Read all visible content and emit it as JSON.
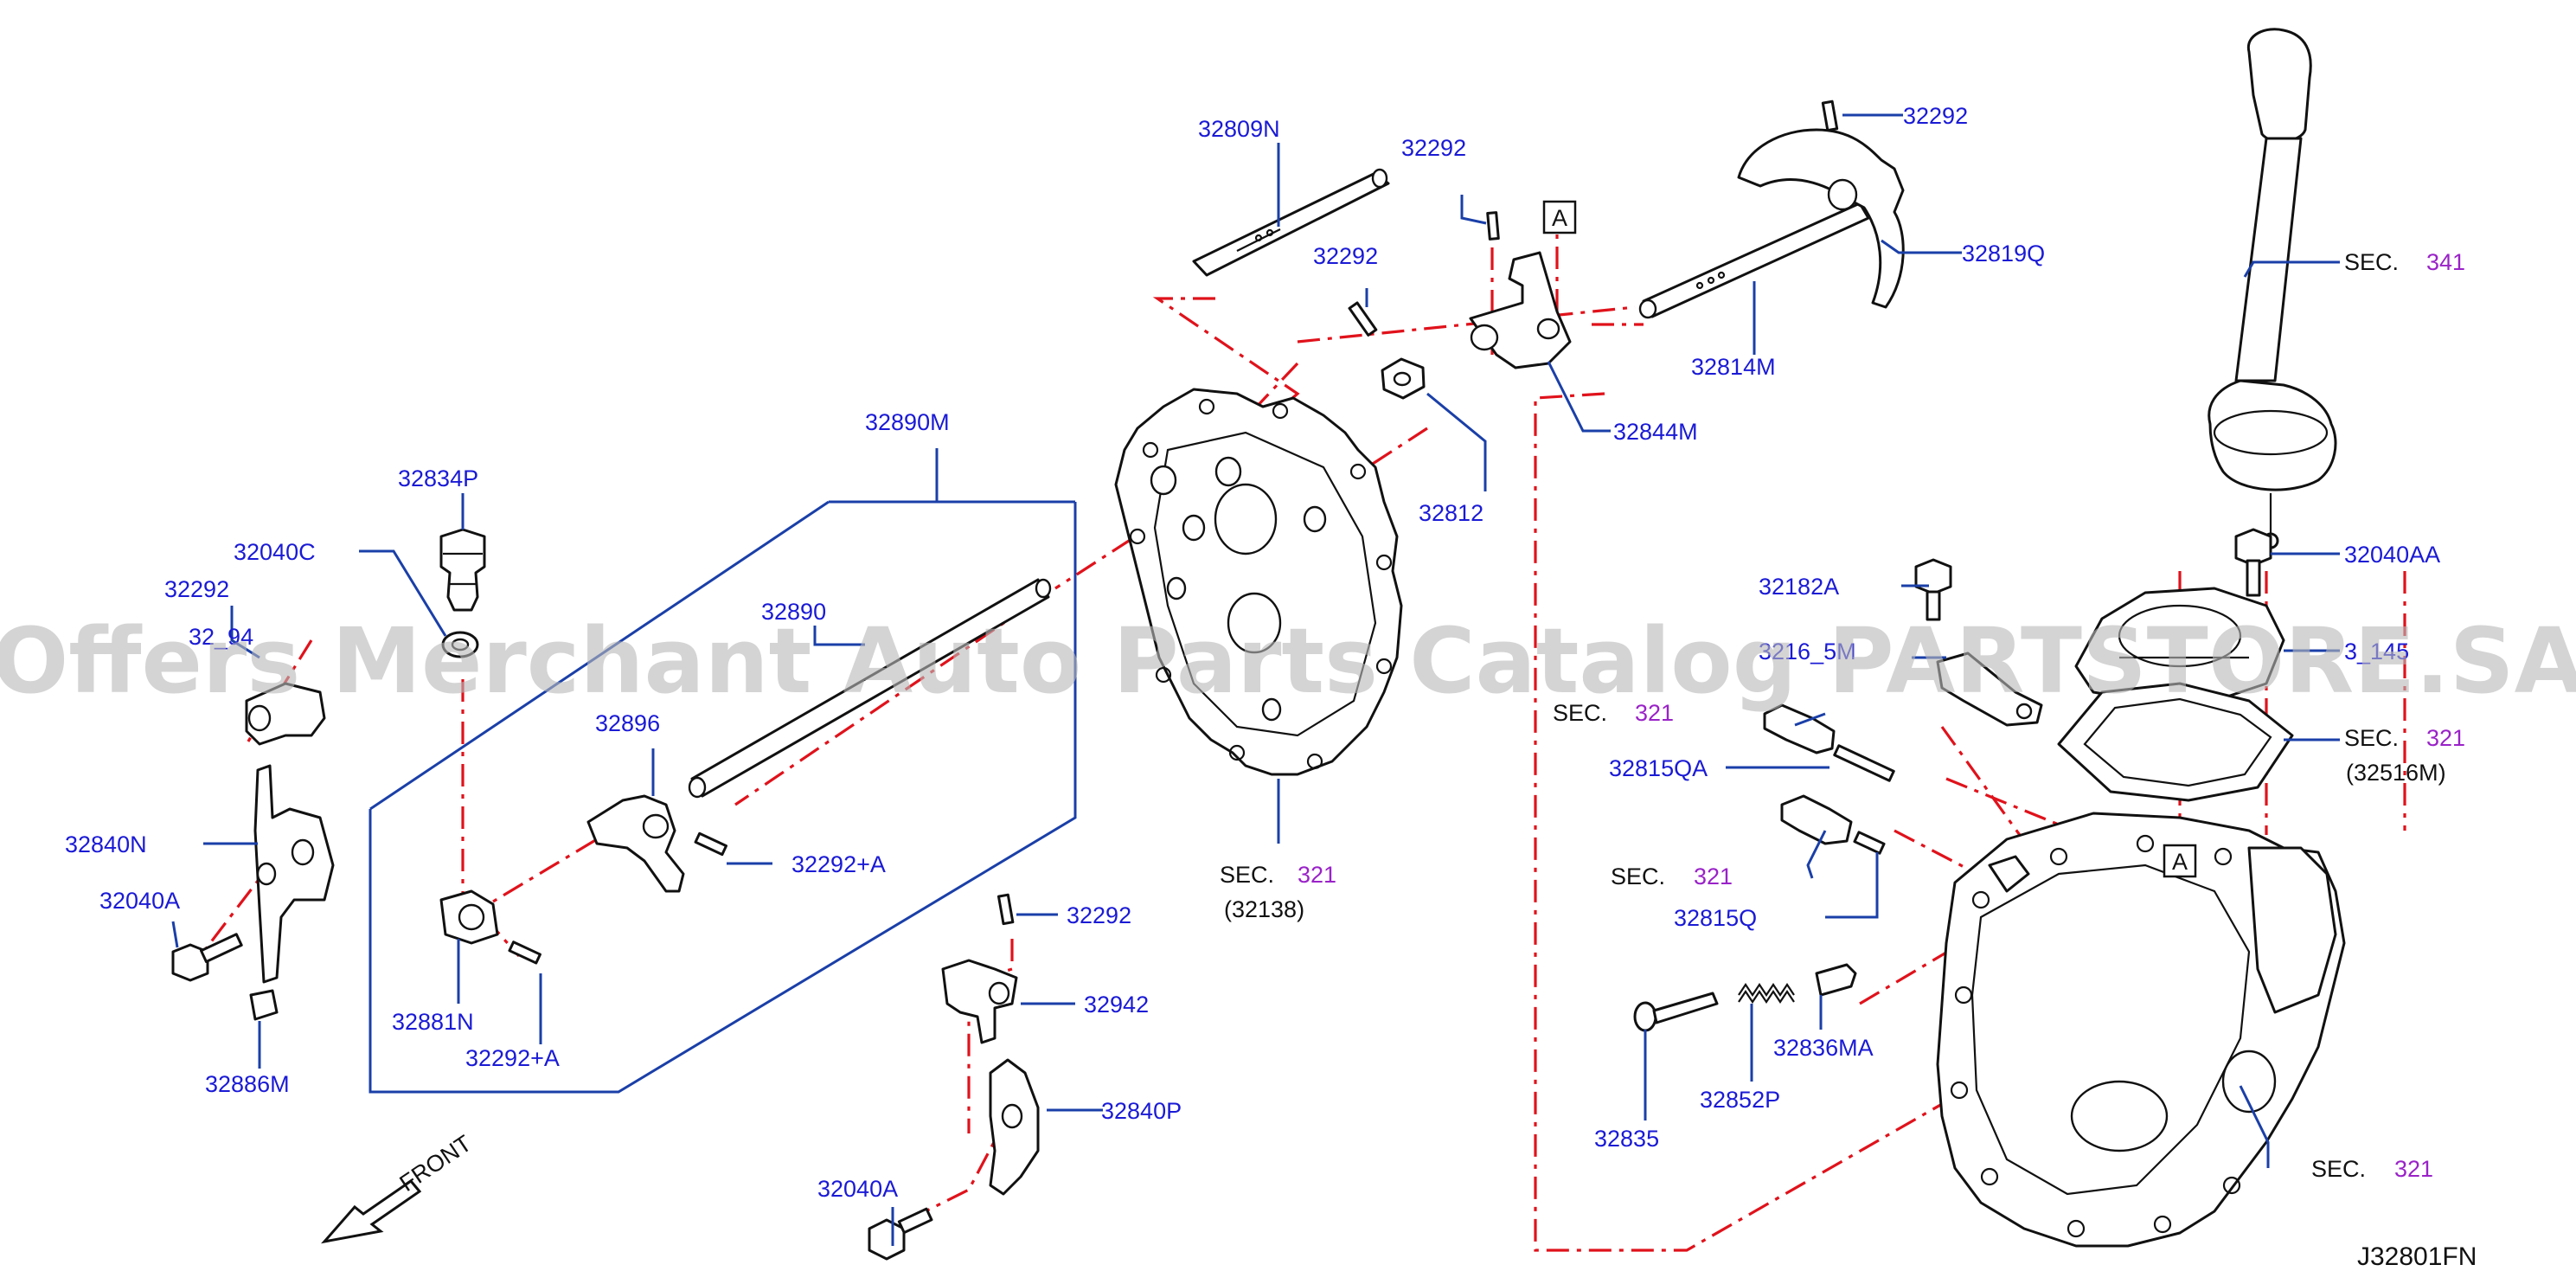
{
  "watermark": "Offers Merchant Auto Parts Catalog PARTSTORE.SA",
  "diagram_code": "J32801FN",
  "front_label": "FRONT",
  "reference_marker": "A",
  "labels": {
    "p32809N": "32809N",
    "p32292_top": "32292",
    "p32292_right": "32292",
    "p32292_mid": "32292",
    "p32819Q": "32819Q",
    "p32814M": "32814M",
    "p32844M": "32844M",
    "p32812": "32812",
    "p32890M": "32890M",
    "p32834P": "32834P",
    "p32040C": "32040C",
    "p32292_left": "32292",
    "p32_left_partial": "32_94",
    "p32890": "32890",
    "p32896": "32896",
    "p32292A_a": "32292+A",
    "p32840N": "32840N",
    "p32040A_left": "32040A",
    "p32881N": "32881N",
    "p32292A_b": "32292+A",
    "p32886M": "32886M",
    "p32292_low": "32292",
    "p32942": "32942",
    "p32840P": "32840P",
    "p32040A_low": "32040A",
    "p32040AA": "32040AA",
    "p32182A": "32182A",
    "p3216_partial": "3216_5M",
    "p3_145_partial": "3_145",
    "p32815QA": "32815QA",
    "p32815Q": "32815Q",
    "p32835": "32835",
    "p32852P": "32852P",
    "p32836MA": "32836MA"
  },
  "sections": {
    "sec_word": "SEC.",
    "s341": "341",
    "s321_case": "321",
    "s321_case_sub": "(32138)",
    "s321_sw1": "321",
    "s321_sw2": "321",
    "s321_gasket": "321",
    "s321_gasket_sub": "(32516M)",
    "s321_trans": "321"
  },
  "colors": {
    "part_number": "#1a1ad6",
    "section_number": "#9a22c8",
    "leader_line": "#1a3fa8",
    "center_line": "#e0121b",
    "watermark": "#b9b9b9"
  }
}
